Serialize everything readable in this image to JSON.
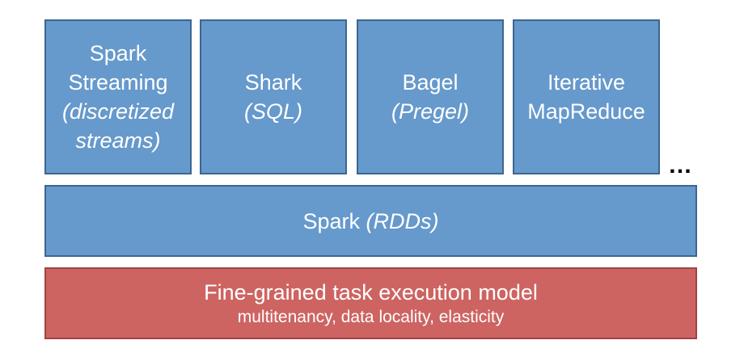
{
  "diagram": {
    "top_row": [
      {
        "lines": [
          "Spark",
          "Streaming"
        ],
        "italic_lines": [
          "(discretized",
          "streams)"
        ]
      },
      {
        "lines": [
          "Shark"
        ],
        "italic_lines": [
          "(SQL)"
        ]
      },
      {
        "lines": [
          "Bagel"
        ],
        "italic_lines": [
          "(Pregel)"
        ]
      },
      {
        "lines": [
          "Iterative",
          "MapReduce"
        ],
        "italic_lines": []
      }
    ],
    "ellipsis": "…",
    "spark_layer": {
      "name": "Spark",
      "italic": "(RDDs)"
    },
    "execution_layer": {
      "title": "Fine-grained task execution model",
      "subtitle": "multitenancy, data locality, elasticity"
    },
    "colors": {
      "blue_fill": "#6699cc",
      "blue_border": "#3c6690",
      "red_fill": "#cd6462",
      "red_border": "#a04442",
      "text": "#ffffff"
    }
  }
}
